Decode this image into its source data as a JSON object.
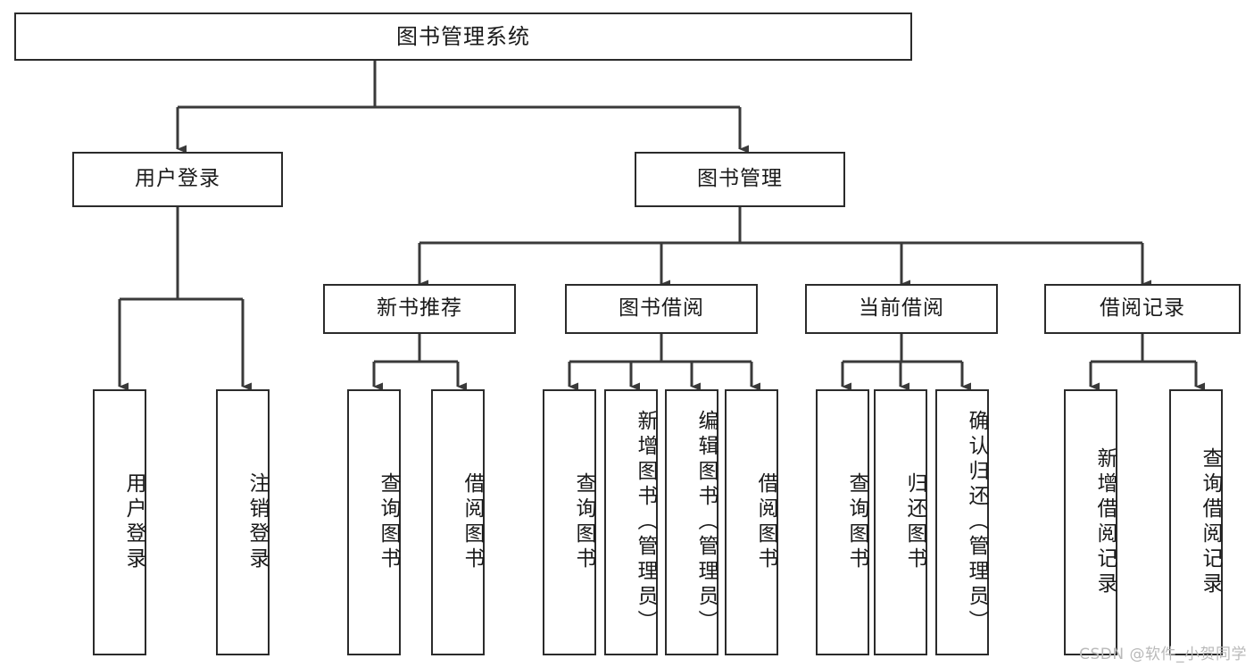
{
  "diagram": {
    "title": "图书管理系统",
    "type": "tree-hierarchy",
    "watermark": "CSDN @软件_小贺同学",
    "colors": {
      "box_border": "#2b2b2b",
      "box_fill": "#ffffff",
      "connector": "#3a3a3a",
      "text": "#1a1a1a",
      "watermark": "#b9b9b9"
    },
    "levels": {
      "root": {
        "label": "图书管理系统"
      },
      "level2": [
        {
          "id": "user-login",
          "label": "用户登录"
        },
        {
          "id": "book-management",
          "label": "图书管理"
        }
      ],
      "level3": [
        {
          "id": "new-book-recommend",
          "label": "新书推荐",
          "parent": "book-management"
        },
        {
          "id": "book-borrow",
          "label": "图书借阅",
          "parent": "book-management"
        },
        {
          "id": "current-borrow",
          "label": "当前借阅",
          "parent": "book-management"
        },
        {
          "id": "borrow-record",
          "label": "借阅记录",
          "parent": "book-management"
        }
      ],
      "leaves": [
        {
          "id": "leaf-user-login",
          "label": "用户登录",
          "parent": "user-login"
        },
        {
          "id": "leaf-logout-login",
          "label": "注销登录",
          "parent": "user-login"
        },
        {
          "id": "leaf-query-book-1",
          "label": "查询图书",
          "parent": "new-book-recommend"
        },
        {
          "id": "leaf-borrow-book-1",
          "label": "借阅图书",
          "parent": "new-book-recommend"
        },
        {
          "id": "leaf-query-book-2",
          "label": "查询图书",
          "parent": "book-borrow"
        },
        {
          "id": "leaf-add-book",
          "label": "新增图书（管理员）",
          "parent": "book-borrow"
        },
        {
          "id": "leaf-edit-book",
          "label": "编辑图书（管理员）",
          "parent": "book-borrow"
        },
        {
          "id": "leaf-borrow-book-2",
          "label": "借阅图书",
          "parent": "book-borrow"
        },
        {
          "id": "leaf-query-book-3",
          "label": "查询图书",
          "parent": "current-borrow"
        },
        {
          "id": "leaf-return-book",
          "label": "归还图书",
          "parent": "current-borrow"
        },
        {
          "id": "leaf-confirm-return",
          "label": "确认归还（管理员）",
          "parent": "current-borrow"
        },
        {
          "id": "leaf-add-borrow-record",
          "label": "新增借阅记录",
          "parent": "borrow-record"
        },
        {
          "id": "leaf-query-borrow-record",
          "label": "查询借阅记录",
          "parent": "borrow-record"
        }
      ]
    }
  }
}
